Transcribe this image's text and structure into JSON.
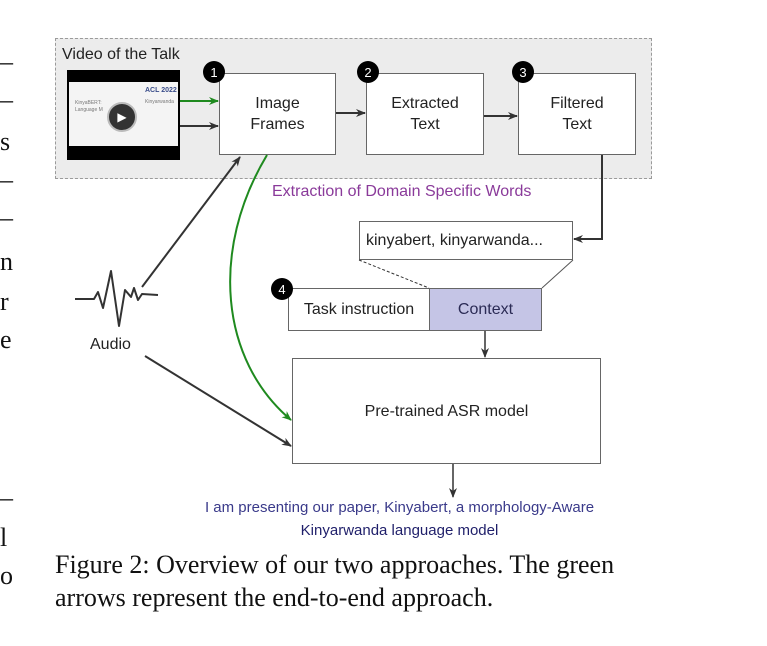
{
  "margin_glyphs": [
    "–",
    "–",
    "s",
    "–",
    "–",
    "n",
    "r",
    "e",
    "–",
    "l",
    "o"
  ],
  "video": {
    "label": "Video of the Talk",
    "thumbnail": {
      "conference": "ACL 2022",
      "title_line1": "KinyaBERT: ",
      "title_line2": "Language M",
      "right_text": "Kinyarwanda",
      "play_icon": "play-icon"
    }
  },
  "steps": [
    {
      "badge": "1",
      "line1": "Image",
      "line2": "Frames"
    },
    {
      "badge": "2",
      "line1": "Extracted",
      "line2": "Text"
    },
    {
      "badge": "3",
      "line1": "Filtered",
      "line2": "Text"
    },
    {
      "badge": "4"
    }
  ],
  "extraction_label": "Extraction of Domain Specific Words",
  "context_words": "kinyabert, kinyarwanda...",
  "prompt": {
    "task_instruction": "Task instruction",
    "context": "Context"
  },
  "audio_label": "Audio",
  "model_label": "Pre-trained ASR model",
  "output": {
    "line1": "I am presenting our paper, Kinyabert, a morphology-Aware",
    "line2": "Kinyarwanda language model"
  },
  "caption": {
    "line1": "Figure 2: Overview of our two approaches. The green",
    "line2": "arrows represent the end-to-end approach."
  },
  "colors": {
    "end_to_end_arrow": "#1f8a1f",
    "arrow": "#333333",
    "extraction_label": "#8a3a9a",
    "context_fill": "#c5c5e6",
    "output_line1": "#3a3a8a",
    "output_line2": "#1f1f6a"
  }
}
